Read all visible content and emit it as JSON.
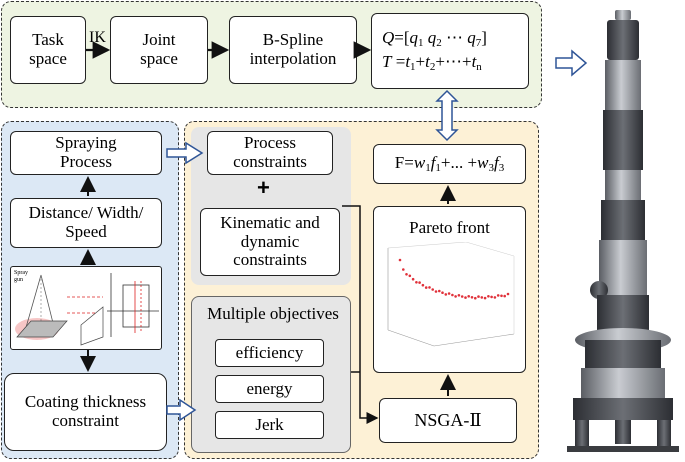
{
  "top_flow": {
    "task_space": "Task space",
    "ik": "IK",
    "joint_space": "Joint space",
    "bspline": "B-Spline interpolation",
    "q_formula": {
      "lhs": "Q",
      "eq": "=[",
      "q1": "q",
      "q1_sub": "1",
      "q2": "q",
      "q2_sub": "2",
      "dots": " ⋯ ",
      "q7": "q",
      "q7_sub": "7",
      "close": "]"
    },
    "t_formula": {
      "lhs": "T",
      "eq": " =",
      "t1": "t",
      "t1_sub": "1",
      "plus1": "+",
      "t2": "t",
      "t2_sub": "2",
      "rest": "+⋯+",
      "tn": "t",
      "tn_sub": "n"
    }
  },
  "left_panel": {
    "spraying_process": "Spraying Process",
    "distance": "Distance/ Width/ Speed",
    "coating": "Coating thickness constraint",
    "sketch_label": "Spray gun"
  },
  "middle_panel": {
    "process_constraints": "Process constraints",
    "plus": "+",
    "kinematic": "Kinematic and dynamic constraints",
    "multiple_objectives": "Multiple objectives",
    "efficiency": "efficiency",
    "energy": "energy",
    "jerk": "Jerk"
  },
  "right_panel": {
    "f_formula": {
      "lhs": "F=",
      "w1": "w",
      "w1_sub": "1",
      "f1": "f",
      "f1_sub": "1",
      "mid": "+... +",
      "w3": "w",
      "w3_sub": "3",
      "f3": "f",
      "f3_sub": "3"
    },
    "pareto": "Pareto front",
    "nsga": "NSGA-Ⅱ"
  },
  "colors": {
    "green_panel": "#eef4e2",
    "blue_panel": "#dce8f5",
    "yellow_panel": "#fdf1d6",
    "arrow_outline": "#2f5597",
    "pareto_points": "#e0313a"
  }
}
